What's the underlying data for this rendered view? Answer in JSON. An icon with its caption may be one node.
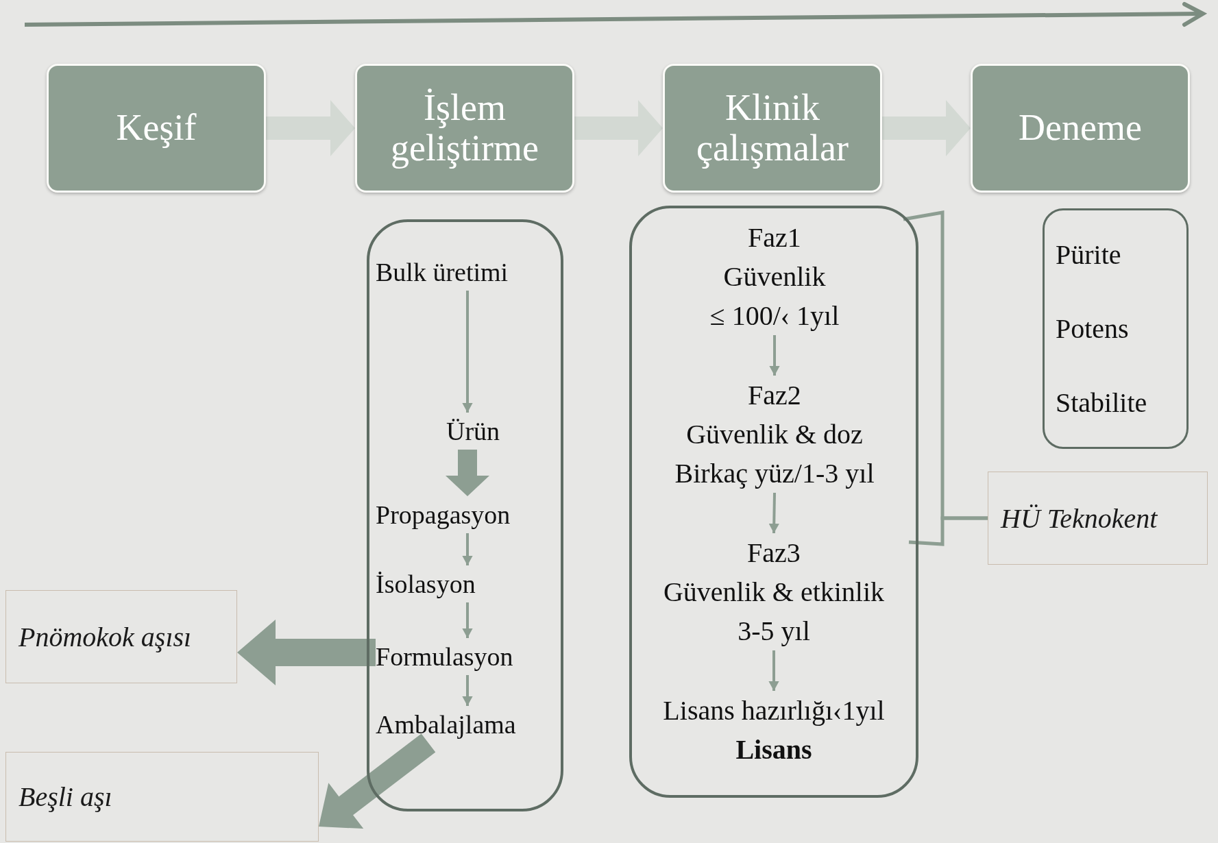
{
  "diagram": {
    "nodes": [
      {
        "text": [
          "Keşif"
        ]
      },
      {
        "text": [
          "İşlem geliştirme"
        ]
      },
      {
        "text": [
          "Klinik çalışmalar"
        ]
      },
      {
        "text": [
          "Deneme"
        ]
      },
      {
        "text": [],
        "shape": "box"
      },
      {
        "text": [
          "Bulk üretimi"
        ],
        "in": 4
      },
      {
        "text": [
          "Ürün"
        ],
        "in": 4
      },
      {
        "text": [
          "Propagasyon"
        ],
        "in": 4
      },
      {
        "text": [
          "İsolasyon"
        ],
        "in": 4
      },
      {
        "text": [
          "Formulasyon"
        ],
        "in": 4
      },
      {
        "text": [
          "Ambalajlama"
        ],
        "in": 4
      },
      {
        "text": [],
        "shape": "box"
      },
      {
        "text": [
          "Faz1",
          "Güvenlik",
          "≤ 100/‹ 1yıl"
        ],
        "in": 11
      },
      {
        "text": [
          "Faz2",
          "Güvenlik & doz",
          "Birkaç yüz/1-3 yıl"
        ],
        "in": 11
      },
      {
        "text": [
          "Faz3",
          "Güvenlik & etkinlik",
          "3-5 yıl"
        ],
        "in": 11
      },
      {
        "text": [
          "Lisans hazırlığı‹1yıl",
          "Lisans"
        ],
        "in": 11
      },
      {
        "text": [
          "Pürite",
          "Potens",
          "Stabilite"
        ]
      },
      {
        "text": [
          "HÜ Teknokent"
        ]
      },
      {
        "text": [
          "Pnömokok aşısı"
        ]
      },
      {
        "text": [
          "Beşli aşı"
        ]
      }
    ],
    "edges": [
      {
        "from": 0,
        "to": 1,
        "arrow": "to",
        "style": "thick",
        "color": "#d3d9d3"
      },
      {
        "from": 1,
        "to": 2,
        "arrow": "to",
        "style": "thick",
        "color": "#d3d9d3"
      },
      {
        "from": 2,
        "to": 3,
        "arrow": "to",
        "style": "thick",
        "color": "#d3d9d3"
      },
      {
        "from": 5,
        "to": 6,
        "arrow": "to"
      },
      {
        "from": 6,
        "to": 7,
        "arrow": "to",
        "style": "thick"
      },
      {
        "from": 7,
        "to": 8,
        "arrow": "to"
      },
      {
        "from": 8,
        "to": 9,
        "arrow": "to"
      },
      {
        "from": 9,
        "to": 10,
        "arrow": "to"
      },
      {
        "from": 12,
        "to": 13,
        "arrow": "to"
      },
      {
        "from": 13,
        "to": 14,
        "arrow": "to"
      },
      {
        "from": 14,
        "to": 15,
        "arrow": "to"
      },
      {
        "from": 11,
        "to": 17,
        "arrow": "none"
      },
      {
        "from": 9,
        "to": 18,
        "arrow": "to",
        "style": "thick"
      },
      {
        "from": 10,
        "to": 19,
        "arrow": "to",
        "style": "thick"
      },
      {
        "from": 14,
        "to": 17,
        "arrow": "none"
      }
    ]
  }
}
